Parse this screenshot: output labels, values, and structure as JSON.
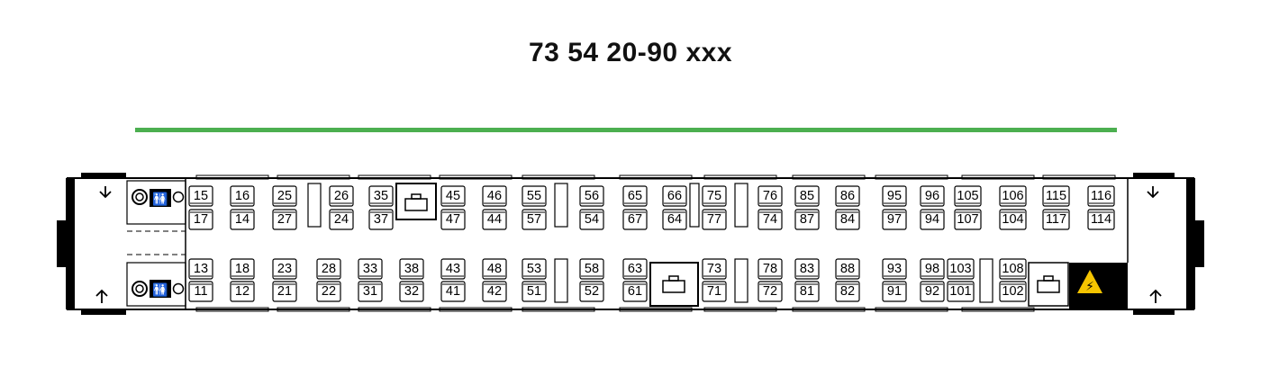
{
  "coach": {
    "number": "73 54 20-90 xxx",
    "class_color": "#4caf50",
    "wc_symbol": "🚻",
    "warning_symbol": "⚡",
    "warning_color": "#f5c400",
    "seat_rows": [
      [
        "15",
        "16",
        "25",
        "26",
        "35",
        "45",
        "46",
        "55",
        "56",
        "65",
        "66",
        "75",
        "76",
        "85",
        "86",
        "95",
        "96",
        "105",
        "106",
        "115",
        "116"
      ],
      [
        "17",
        "14",
        "27",
        "24",
        "37",
        "47",
        "44",
        "57",
        "54",
        "67",
        "64",
        "77",
        "74",
        "87",
        "84",
        "97",
        "94",
        "107",
        "104",
        "117",
        "114"
      ],
      [
        "13",
        "18",
        "23",
        "28",
        "33",
        "38",
        "43",
        "48",
        "53",
        "58",
        "63",
        "73",
        "78",
        "83",
        "88",
        "93",
        "98",
        "103",
        "108"
      ],
      [
        "11",
        "12",
        "21",
        "22",
        "31",
        "32",
        "41",
        "42",
        "51",
        "52",
        "61",
        "71",
        "72",
        "81",
        "82",
        "91",
        "92",
        "101",
        "102"
      ]
    ]
  }
}
